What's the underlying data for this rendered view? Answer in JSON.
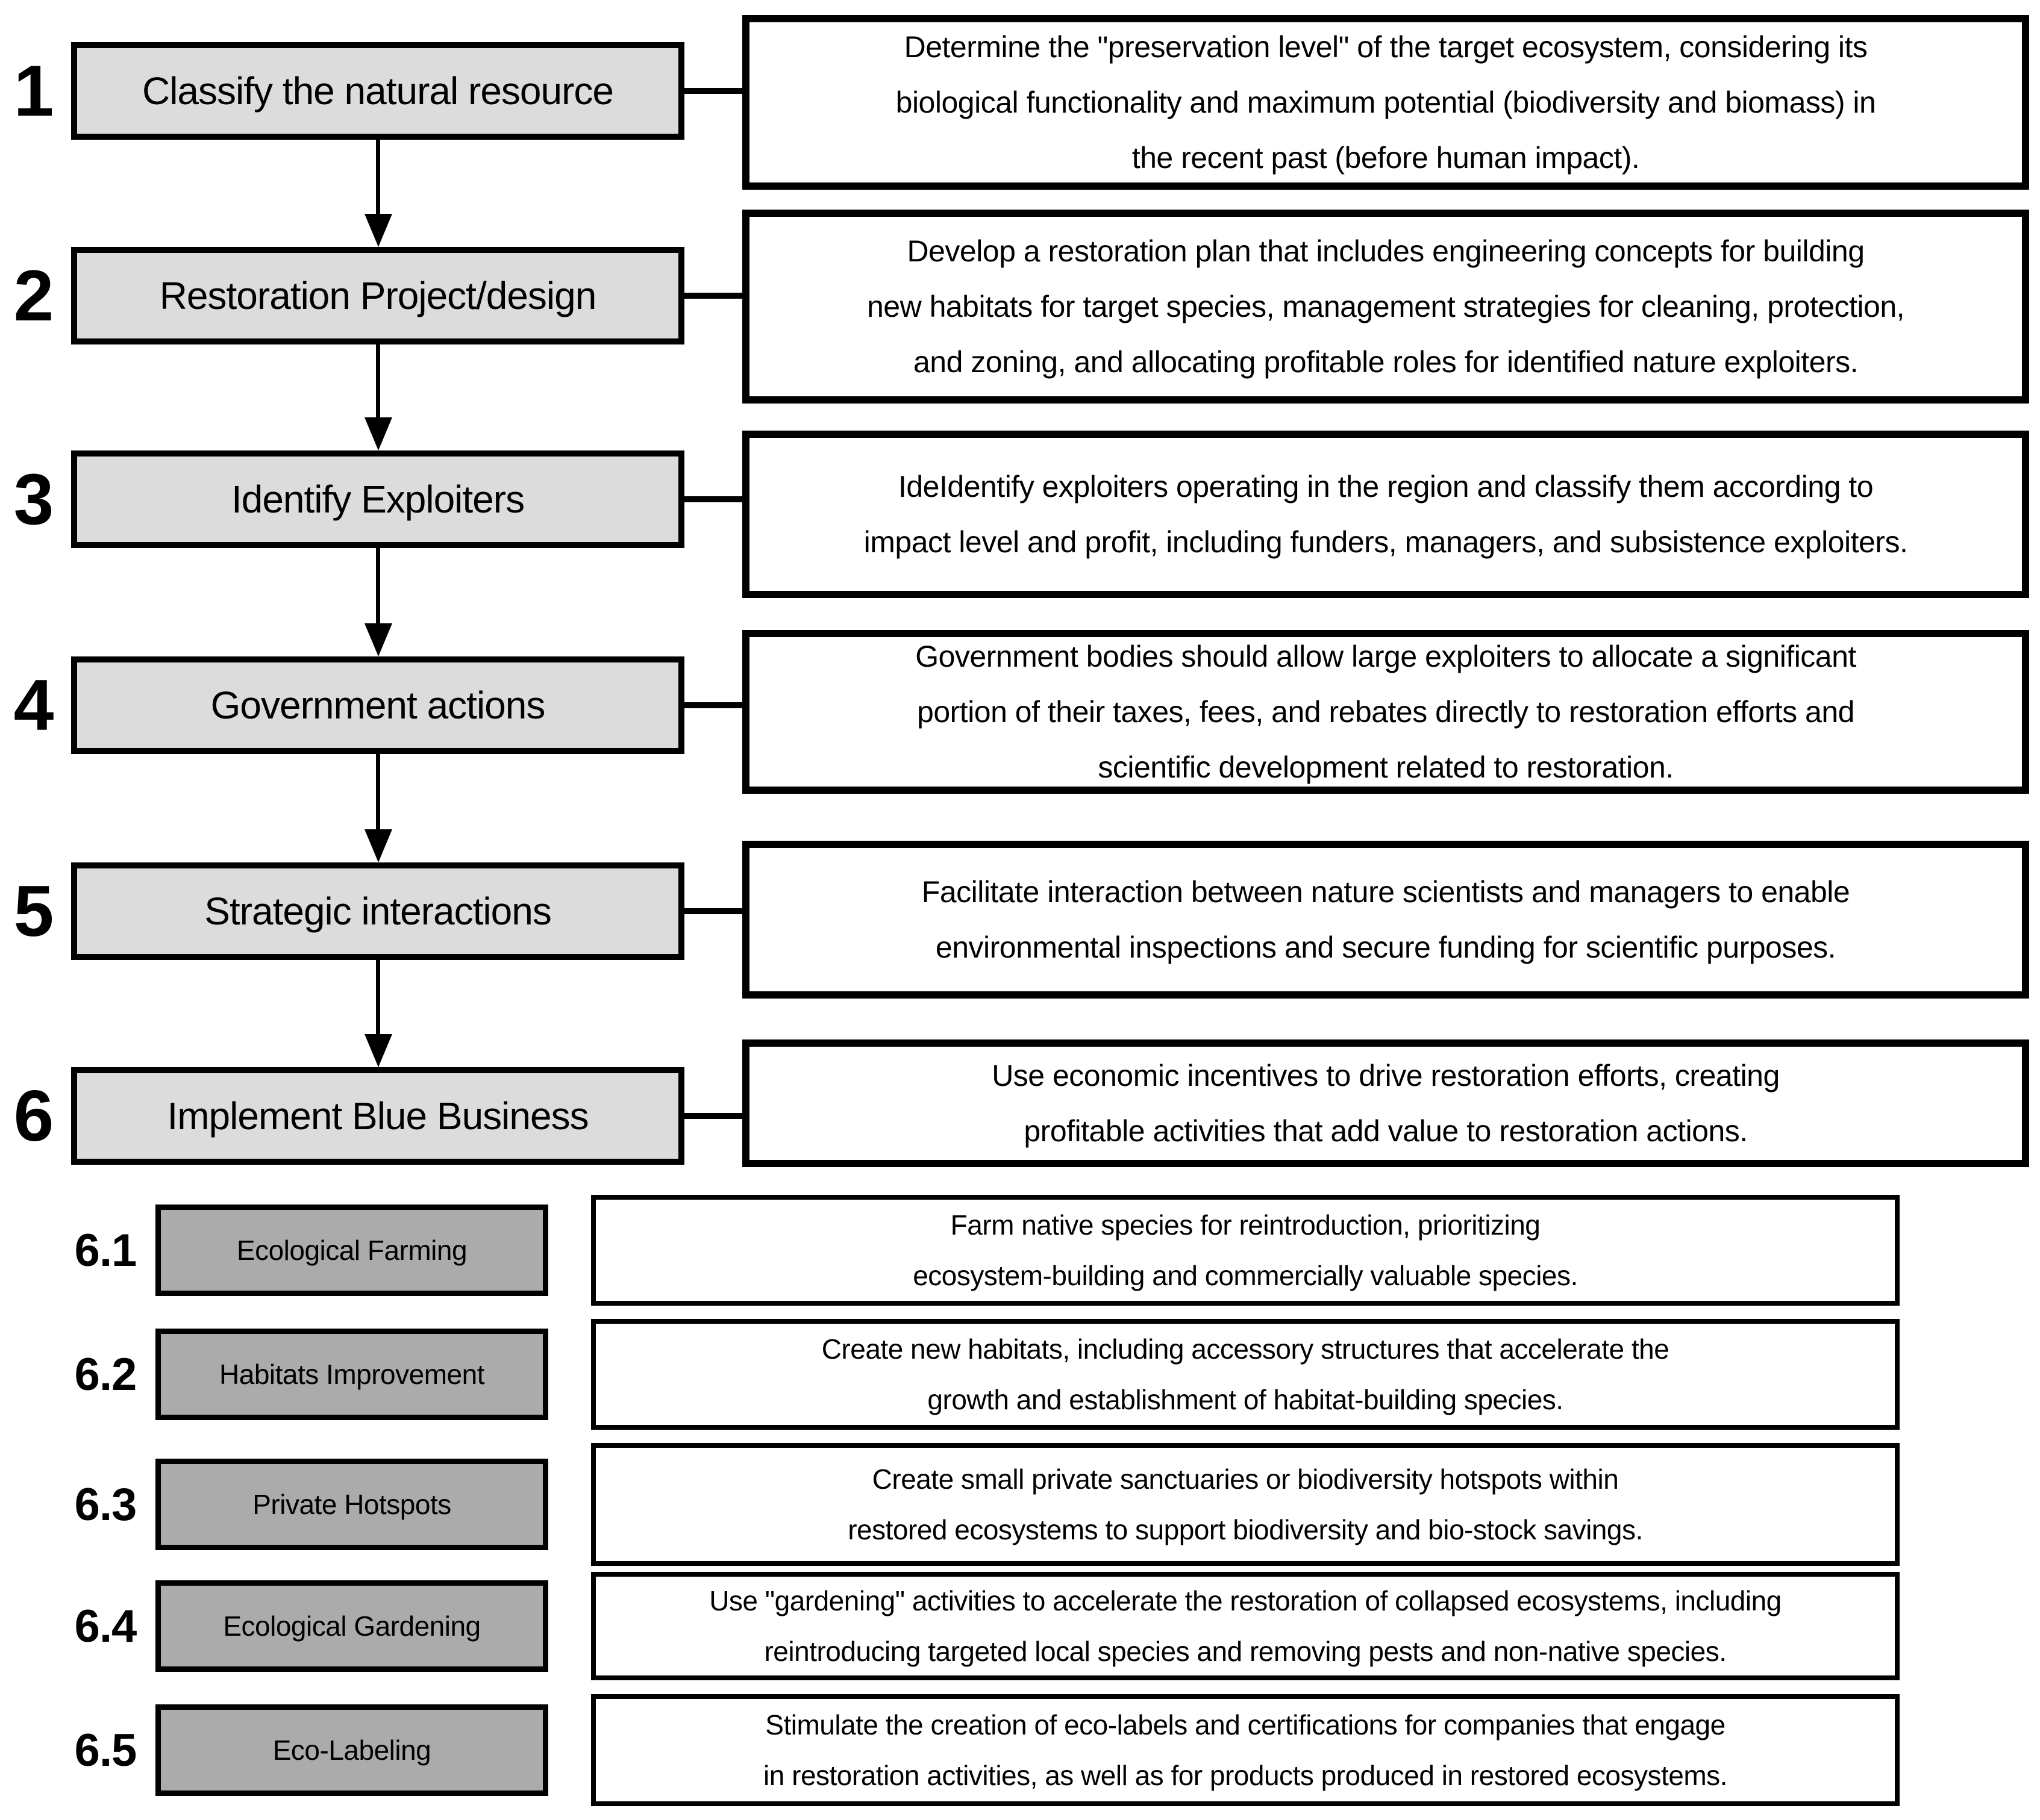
{
  "colors": {
    "step_box_fill": "#dcdcdc",
    "substep_box_fill": "#ababab",
    "border": "#000000",
    "background": "#ffffff"
  },
  "steps": [
    {
      "number": "1",
      "label": "Classify the natural resource",
      "desc_lines": [
        "Determine the \"preservation level\" of the target ecosystem, considering its",
        "biological functionality and maximum potential (biodiversity and biomass) in",
        "the recent past (before human impact)."
      ]
    },
    {
      "number": "2",
      "label": "Restoration Project/design",
      "desc_lines": [
        "Develop a restoration plan that includes engineering concepts for building",
        "new habitats for target species, management strategies for cleaning, protection,",
        "and zoning, and allocating profitable roles for identified nature exploiters."
      ]
    },
    {
      "number": "3",
      "label": "Identify Exploiters",
      "desc_lines": [
        "IdeIdentify exploiters operating in the region and classify them according to",
        "impact level and profit, including funders, managers, and subsistence exploiters."
      ]
    },
    {
      "number": "4",
      "label": "Government actions",
      "desc_lines": [
        "Government bodies should allow large exploiters to allocate a significant",
        "portion of their taxes, fees, and rebates directly to restoration efforts and",
        "scientific development related to restoration."
      ]
    },
    {
      "number": "5",
      "label": "Strategic interactions",
      "desc_lines": [
        "Facilitate interaction between nature scientists and managers to enable",
        "environmental inspections and secure funding for scientific purposes."
      ]
    },
    {
      "number": "6",
      "label": "Implement Blue Business",
      "desc_lines": [
        "Use economic incentives to drive restoration efforts, creating",
        "profitable activities that add value to restoration actions."
      ]
    }
  ],
  "substeps": [
    {
      "number": "6.1",
      "label": "Ecological Farming",
      "desc_lines": [
        "Farm native species for reintroduction, prioritizing",
        "ecosystem-building and commercially valuable species."
      ]
    },
    {
      "number": "6.2",
      "label": "Habitats Improvement",
      "desc_lines": [
        "Create new habitats, including accessory structures that accelerate the",
        "growth and establishment of habitat-building species."
      ]
    },
    {
      "number": "6.3",
      "label": "Private Hotspots",
      "desc_lines": [
        "Create small private sanctuaries or biodiversity hotspots within",
        "restored ecosystems to support biodiversity and bio-stock savings."
      ]
    },
    {
      "number": "6.4",
      "label": "Ecological Gardening",
      "desc_lines": [
        "Use \"gardening\" activities to accelerate the restoration of collapsed ecosystems, including",
        "reintroducing targeted local species and removing pests and non-native species."
      ]
    },
    {
      "number": "6.5",
      "label": "Eco-Labeling",
      "desc_lines": [
        "Stimulate the creation of eco-labels and certifications for companies that engage",
        "in restoration activities, as well as for products produced in restored ecosystems."
      ]
    }
  ]
}
